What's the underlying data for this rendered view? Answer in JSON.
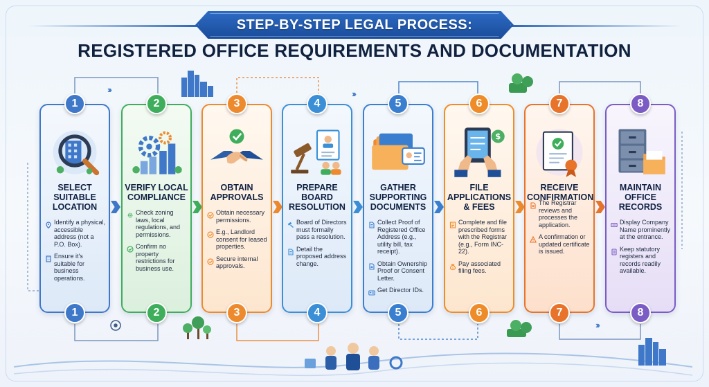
{
  "header": {
    "banner": "STEP-BY-STEP LEGAL PROCESS:",
    "subtitle": "REGISTERED OFFICE REQUIREMENTS AND DOCUMENTATION"
  },
  "colors": {
    "banner": "#1f4f97",
    "step1": "#3f78c8",
    "step2": "#3fae5c",
    "step3": "#ee8a2e",
    "step4": "#3b8fd6",
    "step5": "#3a7fcf",
    "step6": "#ef8c2a",
    "step7": "#e8732a",
    "step8": "#7a5cc4"
  },
  "steps": [
    {
      "number": "1",
      "title": "SELECT\nSUITABLE\nLOCATION",
      "icon": "magnifier-building-icon",
      "items": [
        {
          "icon": "location-pin-icon",
          "text": "Identify a physical, accessible address (not a P.O. Box)."
        },
        {
          "icon": "building-icon",
          "text": "Ensure it's suitable for business operations."
        }
      ]
    },
    {
      "number": "2",
      "title": "VERIFY LOCAL\nCOMPLIANCE",
      "icon": "gears-city-icon",
      "items": [
        {
          "icon": "gear-icon",
          "text": "Check zoning laws, local regulations, and permissions."
        },
        {
          "icon": "check-circle-icon",
          "text": "Confirm no property restrictions for business use."
        }
      ]
    },
    {
      "number": "3",
      "title": "OBTAIN\nAPPROVALS",
      "icon": "handshake-icon",
      "items": [
        {
          "icon": "check-circle-icon",
          "text": "Obtain necessary permissions."
        },
        {
          "icon": "check-circle-icon",
          "text": "E.g., Landlord consent for leased properties."
        },
        {
          "icon": "check-circle-icon",
          "text": "Secure internal approvals."
        }
      ]
    },
    {
      "number": "4",
      "title": "PREPARE\nBOARD\nRESOLUTION",
      "icon": "gavel-document-icon",
      "items": [
        {
          "icon": "gavel-icon",
          "text": "Board of Directors must formally pass a resolution."
        },
        {
          "icon": "document-icon",
          "text": "Detail the proposed address change."
        }
      ]
    },
    {
      "number": "5",
      "title": "GATHER\nSUPPORTING\nDOCUMENTS",
      "icon": "folders-id-icon",
      "items": [
        {
          "icon": "document-icon",
          "text": "Collect Proof of Registered Office Address (e.g., utility bill, tax receipt)."
        },
        {
          "icon": "document-icon",
          "text": "Obtain Ownership Proof or Consent Letter."
        },
        {
          "icon": "id-card-icon",
          "text": "Get Director IDs."
        }
      ]
    },
    {
      "number": "6",
      "title": "FILE\nAPPLICATIONS\n& FEES",
      "icon": "tablet-money-icon",
      "items": [
        {
          "icon": "form-icon",
          "text": "Complete and file prescribed forms with the Registrar (e.g., Form INC-22)."
        },
        {
          "icon": "money-bag-icon",
          "text": "Pay associated filing fees."
        }
      ]
    },
    {
      "number": "7",
      "title": "RECEIVE\nCONFIRMATION",
      "icon": "certificate-icon",
      "items": [
        {
          "icon": "document-icon",
          "text": "The Registrar reviews and processes the application."
        },
        {
          "icon": "alert-icon",
          "text": "A confirmation or updated certificate is issued."
        }
      ]
    },
    {
      "number": "8",
      "title": "MAINTAIN\nOFFICE\nRECORDS",
      "icon": "cabinet-folder-icon",
      "items": [
        {
          "icon": "nameplate-icon",
          "text": "Display Company Name prominently at the entrance."
        },
        {
          "icon": "register-icon",
          "text": "Keep statutory registers and records readily available."
        }
      ]
    }
  ]
}
